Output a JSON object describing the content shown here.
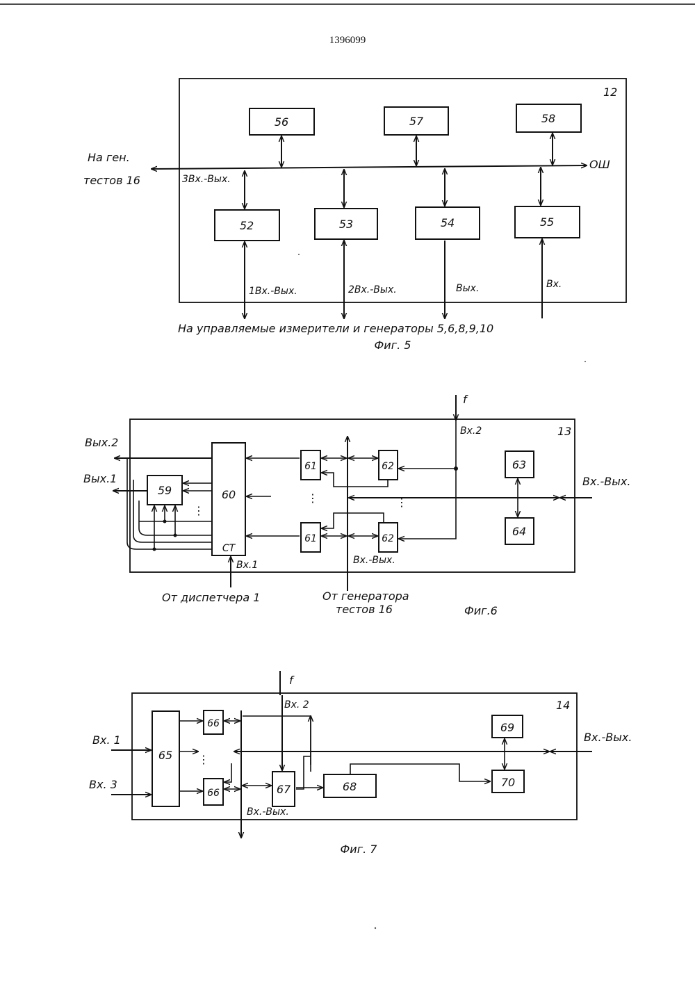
{
  "document": {
    "number": "1396099"
  },
  "fig5": {
    "caption": "Фиг. 5",
    "unit": "12",
    "blocks": [
      "56",
      "57",
      "58",
      "52",
      "53",
      "54",
      "55"
    ],
    "labels": {
      "na_gen": "На ген.",
      "testov": "тестов 16",
      "osh": "ОШ",
      "in_out_3": "3Вх.-Вых.",
      "in_out_1": "1Вх.-Вых.",
      "in_out_2": "2Вх.-Вых.",
      "out": "Вых.",
      "in": "Вх.",
      "bottom": "На управляемые измерители и генераторы 5,6,8,9,10"
    }
  },
  "fig6": {
    "caption": "Фиг.6",
    "unit": "13",
    "blocks": [
      "59",
      "60",
      "61",
      "61",
      "62",
      "62",
      "63",
      "64"
    ],
    "labels": {
      "f": "f",
      "vx2": "Вх.2",
      "vyx2": "Вых.2",
      "vyx1": "Вых.1",
      "vx_vyx_right": "Вх.-Вых.",
      "vx_vyx_bottom": "Вх.-Вых.",
      "ct": "СТ",
      "vx1": "Вх.1",
      "from_dispatcher": "От диспетчера 1",
      "from_gen_1": "От генератора",
      "from_gen_2": "тестов 16"
    }
  },
  "fig7": {
    "caption": "Фиг. 7",
    "unit": "14",
    "blocks": [
      "65",
      "66",
      "66",
      "67",
      "68",
      "69",
      "70"
    ],
    "labels": {
      "f": "f",
      "vx2": "Вх. 2",
      "vx1": "Вх. 1",
      "vx3": "Вх. 3",
      "vx_vyx_right": "Вх.-Вых.",
      "vx_vyx_bottom": "Вх.-Вых."
    }
  }
}
